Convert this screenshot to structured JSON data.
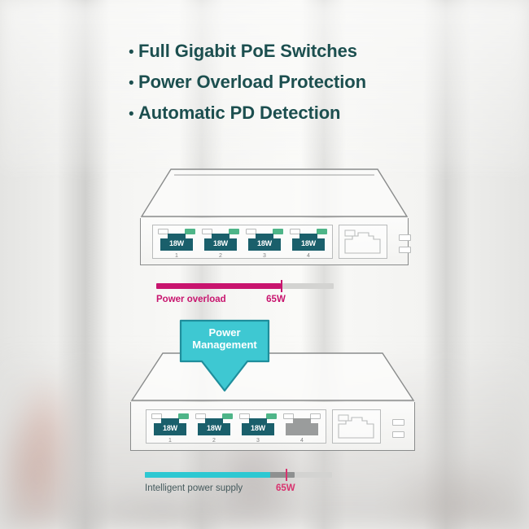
{
  "theme": {
    "text_dark_teal": "#1c4f4f",
    "cyan": "#2dc8d2",
    "magenta": "#c8146e",
    "pink_marker": "#e0457f",
    "port_teal": "#1a5f6b",
    "port_inactive_gray": "#9a9c9c",
    "led_green": "#4eb588",
    "track_gray": "#d3d3d1",
    "body_outline": "#8a8c8c"
  },
  "features": {
    "bullet_glyph": "•",
    "items": [
      {
        "label": "Full Gigabit PoE Switches"
      },
      {
        "label": "Power Overload Protection"
      },
      {
        "label": "Automatic PD Detection"
      }
    ]
  },
  "switch_top": {
    "name": "poe-switch-overloaded",
    "ports": [
      {
        "number": "1",
        "power": "18W",
        "state": "active"
      },
      {
        "number": "2",
        "power": "18W",
        "state": "active"
      },
      {
        "number": "3",
        "power": "18W",
        "state": "active"
      },
      {
        "number": "4",
        "power": "18W",
        "state": "active"
      }
    ],
    "uplink_label": "uplink-rj45-port",
    "status_leds": 2
  },
  "switch_bottom": {
    "name": "poe-switch-managed",
    "ports": [
      {
        "number": "1",
        "power": "18W",
        "state": "active"
      },
      {
        "number": "2",
        "power": "18W",
        "state": "active"
      },
      {
        "number": "3",
        "power": "18W",
        "state": "active"
      },
      {
        "number": "4",
        "power": "",
        "state": "inactive"
      }
    ],
    "uplink_label": "uplink-rj45-port",
    "status_leds": 2
  },
  "meter_overload": {
    "caption": "Power overload",
    "value_label": "65W",
    "fill_percent": 70,
    "tick_percent": 70,
    "fill_color": "#c8146e",
    "caption_color": "#c8146e",
    "value_color": "#c8146e",
    "track_color": "#d3d3d1"
  },
  "meter_intelligent": {
    "caption": "Intelligent power supply",
    "value_label": "65W",
    "fill_percent": 67,
    "overrun_percent": 80,
    "tick_percent": 75,
    "fill_color": "#2dc8d2",
    "overrun_color": "#8e9090",
    "tick_color": "#d8336f",
    "caption_color": "#44595c",
    "value_color": "#d8336f",
    "track_color": "#d3d3d1"
  },
  "power_management_arrow": {
    "line1": "Power",
    "line2": "Management",
    "fill_color": "#3ec8d2",
    "stroke_color": "#1f8e9c"
  }
}
